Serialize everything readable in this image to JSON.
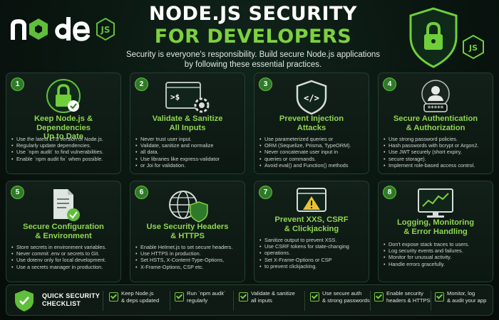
{
  "header": {
    "logo_text": "node",
    "logo_badge": "JS",
    "title_line1": "NODE.JS SECURITY",
    "title_line2": "FOR DEVELOPERS",
    "subtitle_line1": "Security is everyone's responsibility. Build secure Node.js applications",
    "subtitle_line2": "by following these essential practices."
  },
  "colors": {
    "accent": "#7dd13f",
    "card_title": "#8fd650",
    "background": "#0a1510"
  },
  "cards": [
    {
      "number": "1",
      "icon": "lock-check-icon",
      "title_line1": "Keep Node.js & Dependencies",
      "title_line2": "Up to Date",
      "bullets": [
        "Use the latest LTS version of Node.js.",
        "Regularly update dependencies.",
        "Use `npm audit` to find vulnerabilities.",
        "Enable `npm audit fix` when possible."
      ]
    },
    {
      "number": "2",
      "icon": "terminal-gear-icon",
      "title_line1": "Validate & Sanitize",
      "title_line2": "All Inputs",
      "bullets": [
        "Never trust user input.",
        "Validate, sanitize and normalize",
        "all data.",
        "Use libraries like express-validator",
        "or Joi for validation."
      ]
    },
    {
      "number": "3",
      "icon": "code-shield-icon",
      "title_line1": "Prevent Injection",
      "title_line2": "Attacks",
      "bullets": [
        "Use parameterized queries or",
        "ORM (Sequelize, Prisma, TypeORM).",
        "Never concatenate user input in",
        "queries or commands.",
        "Avoid eval() and Function() methods"
      ]
    },
    {
      "number": "4",
      "icon": "user-password-icon",
      "title_line1": "Secure Authentication",
      "title_line2": "& Authorization",
      "bullets": [
        "Use strong password policies.",
        "Hash passwords with bcrypt or Argon2.",
        "Use JWT securely (short expiry,",
        "secure storage).",
        "Implement role-based access control."
      ]
    },
    {
      "number": "5",
      "icon": "document-check-icon",
      "title_line1": "Secure Configuration",
      "title_line2": "& Environment",
      "bullets": [
        "Store secrets in environment variables.",
        "Never commit .env or secrets to Git.",
        "Use dotenv only for local development.",
        "Use a secrets manager in production."
      ]
    },
    {
      "number": "6",
      "icon": "globe-shield-icon",
      "title_line1": "Use Security Headers",
      "title_line2": "& HTTPS",
      "bullets": [
        "Enable Helmet.js to set secure headers.",
        "Use HTTPS in production.",
        "Set HSTS, X-Content-Type-Options,",
        "X-Frame-Options, CSP etc."
      ]
    },
    {
      "number": "7",
      "icon": "warning-browser-icon",
      "title_line1": "Prevent XXS, CSRF",
      "title_line2": "& Clickjacking",
      "title_line0": "",
      "bullets": [
        "Sanitize output to prevent XSS.",
        "Use CSRF tokens for state-changing",
        "operations.",
        "Set X-Frame-Options or CSP",
        "to prevent clickjacking."
      ]
    },
    {
      "number": "8",
      "icon": "monitor-chart-icon",
      "title_line1": "Logging, Monitoring",
      "title_line2": "& Error Handling",
      "bullets": [
        "Don't expose stack traces to users.",
        "Log security events and failures.",
        "Monitor for unusual activity.",
        "Handle errors gracefully."
      ]
    }
  ],
  "checklist": {
    "title_line1": "QUICK SECURITY",
    "title_line2": "CHECKLIST",
    "items": [
      "Keep Node.js\n& deps updated",
      "Run `npm audit`\nregularly",
      "Validate & sanitize\nall inputs",
      "Use secure auth\n& strong passwords",
      "Enable security\nheaders & HTTPS",
      "Monitor, log\n& audit your app"
    ]
  }
}
